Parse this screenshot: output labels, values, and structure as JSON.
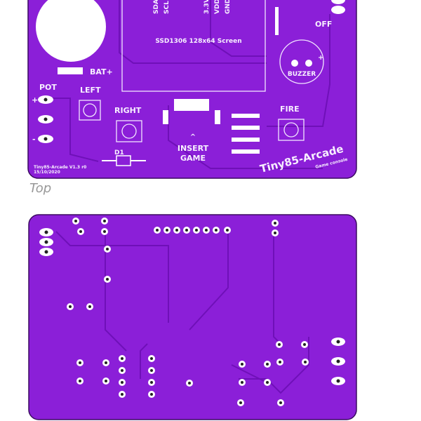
{
  "top_board": {
    "screen_label": "SSD1306 128x64 Screen",
    "pins": [
      "SDA",
      "SCL",
      "3.3V",
      "VDD",
      "GND"
    ],
    "bat_label": "BAT+",
    "pot_label": "POT",
    "pot_plus": "+",
    "pot_minus": "-",
    "left_label": "LEFT",
    "right_label": "RIGHT",
    "fire_label": "FIRE",
    "off_label": "OFF",
    "buzzer_label": "BUZZER",
    "buzzer_plus": "+",
    "d1_label": "D1",
    "insert_arrow": "^",
    "insert_label_1": "INSERT",
    "insert_label_2": "GAME",
    "version": "Tiny85-Arcade V1.3 r0",
    "date": "15/10/2020",
    "title": "Tiny85-Arcade",
    "subtitle": "Game console"
  },
  "caption": "Top",
  "colors": {
    "board": "#8b1fd8",
    "silk": "#f2e6ff",
    "background": "#ffffff",
    "caption": "#999999"
  }
}
